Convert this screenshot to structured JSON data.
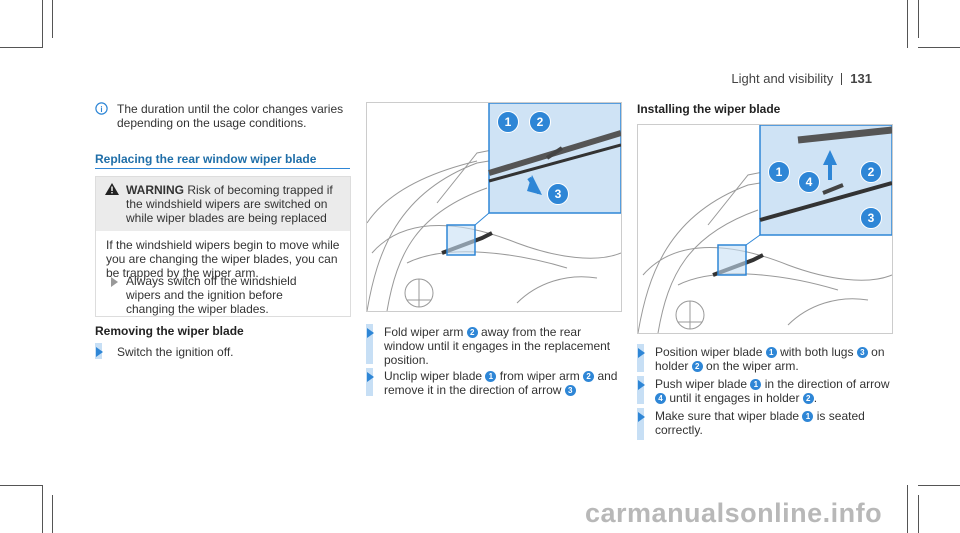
{
  "header": {
    "section": "Light and visibility",
    "page": "131"
  },
  "col1": {
    "note": "The duration until the color changes varies depending on the usage conditions.",
    "section_title": "Replacing the rear window wiper blade",
    "warning_label": "WARNING",
    "warning_text": "Risk of becoming trapped if the windshield wipers are switched on while wiper blades are being replaced",
    "warning_body": "If the windshield wipers begin to move while you are changing the wiper blades, you can be trapped by the wiper arm.",
    "warning_step": "Always switch off the windshield wipers and the ignition before changing the wiper blades.",
    "subheading": "Removing the wiper blade",
    "step1": "Switch the ignition off."
  },
  "col2": {
    "figure_labels": [
      "1",
      "2",
      "3"
    ],
    "step1_a": "Fold wiper arm",
    "step1_b": "away from the rear window until it engages in the replacement position.",
    "step1_n": "2",
    "step2_a": "Unclip wiper blade",
    "step2_n1": "1",
    "step2_b": "from wiper arm",
    "step2_n2": "2",
    "step2_c": "and remove it in the direction of arrow",
    "step2_n3": "3"
  },
  "col3": {
    "heading": "Installing the wiper blade",
    "figure_labels": [
      "1",
      "2",
      "3",
      "4"
    ],
    "s1_a": "Position wiper blade",
    "s1_n1": "1",
    "s1_b": "with both lugs",
    "s1_n2": "3",
    "s1_c": "on holder",
    "s1_n3": "2",
    "s1_d": "on the wiper arm.",
    "s2_a": "Push wiper blade",
    "s2_n1": "1",
    "s2_b": "in the direction of arrow",
    "s2_n2": "4",
    "s2_c": "until it engages in holder",
    "s2_n3": "2",
    "s2_d": ".",
    "s3_a": "Make sure that wiper blade",
    "s3_n1": "1",
    "s3_b": "is seated correctly."
  },
  "footer": {
    "watermark": "carmanualsonline.info"
  },
  "colors": {
    "accent": "#2e86d6",
    "heading": "#1f6ea8",
    "stripe": "#c7dff5"
  }
}
